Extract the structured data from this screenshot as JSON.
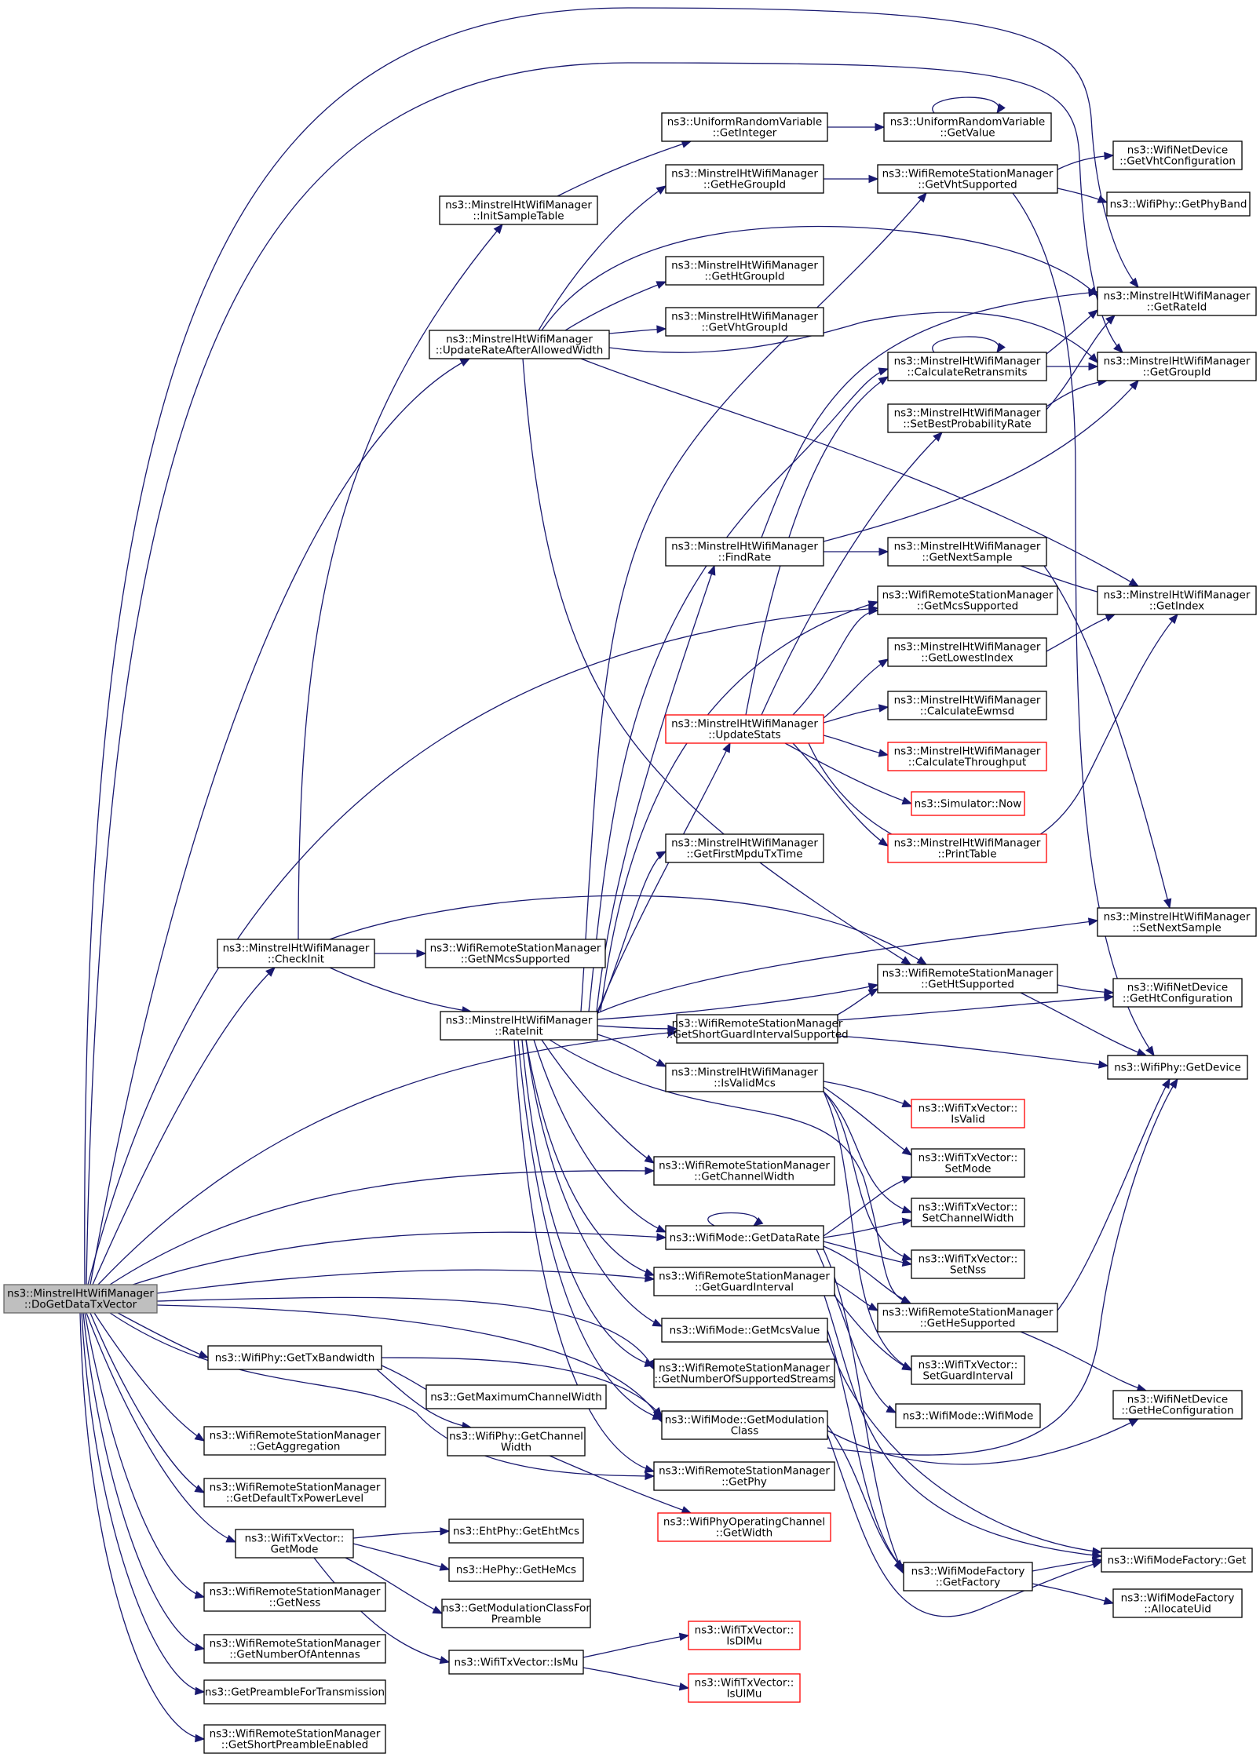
{
  "colors": {
    "edge": "#191970",
    "node_border": "#000000",
    "node_border_red": "#ff0000",
    "root_fill": "#bfbfbf",
    "background": "#ffffff"
  },
  "nodes": [
    {
      "id": "root",
      "lines": [
        "ns3::MinstrelHtWifiManager",
        "::DoGetDataTxVector"
      ],
      "style": "root"
    },
    {
      "id": "uniGetInteger",
      "lines": [
        "ns3::UniformRandomVariable",
        "::GetInteger"
      ]
    },
    {
      "id": "uniGetValue",
      "lines": [
        "ns3::UniformRandomVariable",
        "::GetValue"
      ]
    },
    {
      "id": "getVhtConfiguration",
      "lines": [
        "ns3::WifiNetDevice",
        "::GetVhtConfiguration"
      ]
    },
    {
      "id": "getHeGroupId",
      "lines": [
        "ns3::MinstrelHtWifiManager",
        "::GetHeGroupId"
      ]
    },
    {
      "id": "getVhtSupported",
      "lines": [
        "ns3::WifiRemoteStationManager",
        "::GetVhtSupported"
      ]
    },
    {
      "id": "initSampleTable",
      "lines": [
        "ns3::MinstrelHtWifiManager",
        "::InitSampleTable"
      ]
    },
    {
      "id": "getPhyBand",
      "lines": [
        "ns3::WifiPhy::GetPhyBand"
      ]
    },
    {
      "id": "getHtGroupId",
      "lines": [
        "ns3::MinstrelHtWifiManager",
        "::GetHtGroupId"
      ]
    },
    {
      "id": "getRateId",
      "lines": [
        "ns3::MinstrelHtWifiManager",
        "::GetRateId"
      ]
    },
    {
      "id": "getVhtGroupId",
      "lines": [
        "ns3::MinstrelHtWifiManager",
        "::GetVhtGroupId"
      ]
    },
    {
      "id": "updateRateAfterAllowedWidth",
      "lines": [
        "ns3::MinstrelHtWifiManager",
        "::UpdateRateAfterAllowedWidth"
      ]
    },
    {
      "id": "calculateRetransmits",
      "lines": [
        "ns3::MinstrelHtWifiManager",
        "::CalculateRetransmits"
      ]
    },
    {
      "id": "getGroupId",
      "lines": [
        "ns3::MinstrelHtWifiManager",
        "::GetGroupId"
      ]
    },
    {
      "id": "setBestProbabilityRate",
      "lines": [
        "ns3::MinstrelHtWifiManager",
        "::SetBestProbabilityRate"
      ]
    },
    {
      "id": "findRate",
      "lines": [
        "ns3::MinstrelHtWifiManager",
        "::FindRate"
      ]
    },
    {
      "id": "getNextSample",
      "lines": [
        "ns3::MinstrelHtWifiManager",
        "::GetNextSample"
      ]
    },
    {
      "id": "getMcsSupported",
      "lines": [
        "ns3::WifiRemoteStationManager",
        "::GetMcsSupported"
      ]
    },
    {
      "id": "getIndex",
      "lines": [
        "ns3::MinstrelHtWifiManager",
        "::GetIndex"
      ]
    },
    {
      "id": "getLowestIndex",
      "lines": [
        "ns3::MinstrelHtWifiManager",
        "::GetLowestIndex"
      ]
    },
    {
      "id": "calculateEwmsd",
      "lines": [
        "ns3::MinstrelHtWifiManager",
        "::CalculateEwmsd"
      ]
    },
    {
      "id": "updateStats",
      "lines": [
        "ns3::MinstrelHtWifiManager",
        "::UpdateStats"
      ],
      "style": "red"
    },
    {
      "id": "calculateThroughput",
      "lines": [
        "ns3::MinstrelHtWifiManager",
        "::CalculateThroughput"
      ],
      "style": "red"
    },
    {
      "id": "simulatorNow",
      "lines": [
        "ns3::Simulator::Now"
      ],
      "style": "red"
    },
    {
      "id": "printTable",
      "lines": [
        "ns3::MinstrelHtWifiManager",
        "::PrintTable"
      ],
      "style": "red"
    },
    {
      "id": "getFirstMpduTxTime",
      "lines": [
        "ns3::MinstrelHtWifiManager",
        "::GetFirstMpduTxTime"
      ]
    },
    {
      "id": "setNextSample",
      "lines": [
        "ns3::MinstrelHtWifiManager",
        "::SetNextSample"
      ]
    },
    {
      "id": "checkInit",
      "lines": [
        "ns3::MinstrelHtWifiManager",
        "::CheckInit"
      ]
    },
    {
      "id": "getNMcsSupported",
      "lines": [
        "ns3::WifiRemoteStationManager",
        "::GetNMcsSupported"
      ]
    },
    {
      "id": "getHtSupported",
      "lines": [
        "ns3::WifiRemoteStationManager",
        "::GetHtSupported"
      ]
    },
    {
      "id": "getHtConfiguration",
      "lines": [
        "ns3::WifiNetDevice",
        "::GetHtConfiguration"
      ]
    },
    {
      "id": "rateInit",
      "lines": [
        "ns3::MinstrelHtWifiManager",
        "::RateInit"
      ]
    },
    {
      "id": "getShortGuardIntervalSupported",
      "lines": [
        "ns3::WifiRemoteStationManager",
        "::GetShortGuardIntervalSupported"
      ]
    },
    {
      "id": "getDevice",
      "lines": [
        "ns3::WifiPhy::GetDevice"
      ]
    },
    {
      "id": "isValidMcs",
      "lines": [
        "ns3::MinstrelHtWifiManager",
        "::IsValidMcs"
      ]
    },
    {
      "id": "isValid",
      "lines": [
        "ns3::WifiTxVector::",
        "IsValid"
      ],
      "style": "red"
    },
    {
      "id": "getChannelWidth",
      "lines": [
        "ns3::WifiRemoteStationManager",
        "::GetChannelWidth"
      ]
    },
    {
      "id": "setMode",
      "lines": [
        "ns3::WifiTxVector::",
        "SetMode"
      ]
    },
    {
      "id": "setChannelWidth",
      "lines": [
        "ns3::WifiTxVector::",
        "SetChannelWidth"
      ]
    },
    {
      "id": "getDataRate",
      "lines": [
        "ns3::WifiMode::GetDataRate"
      ]
    },
    {
      "id": "setNss",
      "lines": [
        "ns3::WifiTxVector::",
        "SetNss"
      ]
    },
    {
      "id": "getGuardInterval",
      "lines": [
        "ns3::WifiRemoteStationManager",
        "::GetGuardInterval"
      ]
    },
    {
      "id": "getHeSupported",
      "lines": [
        "ns3::WifiRemoteStationManager",
        "::GetHeSupported"
      ]
    },
    {
      "id": "getMcsValue",
      "lines": [
        "ns3::WifiMode::GetMcsValue"
      ]
    },
    {
      "id": "setGuardInterval",
      "lines": [
        "ns3::WifiTxVector::",
        "SetGuardInterval"
      ]
    },
    {
      "id": "getTxBandwidth",
      "lines": [
        "ns3::WifiPhy::GetTxBandwidth"
      ]
    },
    {
      "id": "getNumberOfSupportedStreams",
      "lines": [
        "ns3::WifiRemoteStationManager",
        "::GetNumberOfSupportedStreams"
      ]
    },
    {
      "id": "getMaximumChannelWidth",
      "lines": [
        "ns3::GetMaximumChannelWidth"
      ]
    },
    {
      "id": "wifiModeWifiMode",
      "lines": [
        "ns3::WifiMode::WifiMode"
      ]
    },
    {
      "id": "getHeConfiguration",
      "lines": [
        "ns3::WifiNetDevice",
        "::GetHeConfiguration"
      ]
    },
    {
      "id": "getModulationClass",
      "lines": [
        "ns3::WifiMode::GetModulation",
        "Class"
      ]
    },
    {
      "id": "getAggregation",
      "lines": [
        "ns3::WifiRemoteStationManager",
        "::GetAggregation"
      ]
    },
    {
      "id": "phyGetChannelWidth",
      "lines": [
        "ns3::WifiPhy::GetChannel",
        "Width"
      ]
    },
    {
      "id": "getPhy",
      "lines": [
        "ns3::WifiRemoteStationManager",
        "::GetPhy"
      ]
    },
    {
      "id": "getDefaultTxPowerLevel",
      "lines": [
        "ns3::WifiRemoteStationManager",
        "::GetDefaultTxPowerLevel"
      ]
    },
    {
      "id": "opChannelGetWidth",
      "lines": [
        "ns3::WifiPhyOperatingChannel",
        "::GetWidth"
      ],
      "style": "red"
    },
    {
      "id": "txVectorGetMode",
      "lines": [
        "ns3::WifiTxVector::",
        "GetMode"
      ]
    },
    {
      "id": "getEhtMcs",
      "lines": [
        "ns3::EhtPhy::GetEhtMcs"
      ]
    },
    {
      "id": "modeFactoryGet",
      "lines": [
        "ns3::WifiModeFactory::Get"
      ]
    },
    {
      "id": "getHeMcs",
      "lines": [
        "ns3::HePhy::GetHeMcs"
      ]
    },
    {
      "id": "getFactory",
      "lines": [
        "ns3::WifiModeFactory",
        "::GetFactory"
      ]
    },
    {
      "id": "getNess",
      "lines": [
        "ns3::WifiRemoteStationManager",
        "::GetNess"
      ]
    },
    {
      "id": "getModulationClassForPreamble",
      "lines": [
        "ns3::GetModulationClassFor",
        "Preamble"
      ]
    },
    {
      "id": "allocateUid",
      "lines": [
        "ns3::WifiModeFactory",
        "::AllocateUid"
      ]
    },
    {
      "id": "isDlMu",
      "lines": [
        "ns3::WifiTxVector::",
        "IsDlMu"
      ],
      "style": "red"
    },
    {
      "id": "getNumberOfAntennas",
      "lines": [
        "ns3::WifiRemoteStationManager",
        "::GetNumberOfAntennas"
      ]
    },
    {
      "id": "isMu",
      "lines": [
        "ns3::WifiTxVector::IsMu"
      ]
    },
    {
      "id": "isUlMu",
      "lines": [
        "ns3::WifiTxVector::",
        "IsUlMu"
      ],
      "style": "red"
    },
    {
      "id": "getPreambleForTransmission",
      "lines": [
        "ns3::GetPreambleForTransmission"
      ]
    },
    {
      "id": "getShortPreambleEnabled",
      "lines": [
        "ns3::WifiRemoteStationManager",
        "::GetShortPreambleEnabled"
      ]
    }
  ]
}
